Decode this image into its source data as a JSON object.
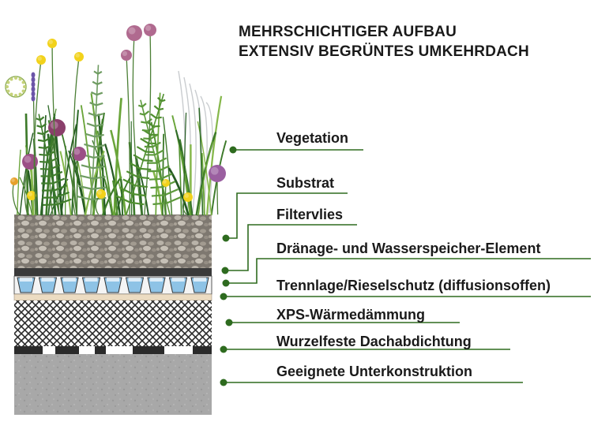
{
  "title": {
    "line1": "MEHRSCHICHTIGER AUFBAU",
    "line2": "EXTENSIV BEGRÜNTES UMKEHRDACH"
  },
  "layers": [
    {
      "label": "Vegetation"
    },
    {
      "label": "Substrat"
    },
    {
      "label": "Filtervlies"
    },
    {
      "label": "Dränage- und Wasserspeicher-Element"
    },
    {
      "label": "Trennlage/Rieselschutz (diffusionsoffen)"
    },
    {
      "label": "XPS-Wärmedämmung"
    },
    {
      "label": "Wurzelfeste Dachabdichtung"
    },
    {
      "label": "Geeignete Unterkonstruktion"
    }
  ],
  "colors": {
    "leader": "#2e6b1f",
    "dot": "#2e6b1f",
    "substrate": "#8a847c",
    "concrete": "#a9a9a9",
    "water": "#8ec3e6",
    "xps_mesh": "#2b2b2b",
    "membrane": "#2a2a2a",
    "trennlage": "#ecdcc2"
  }
}
